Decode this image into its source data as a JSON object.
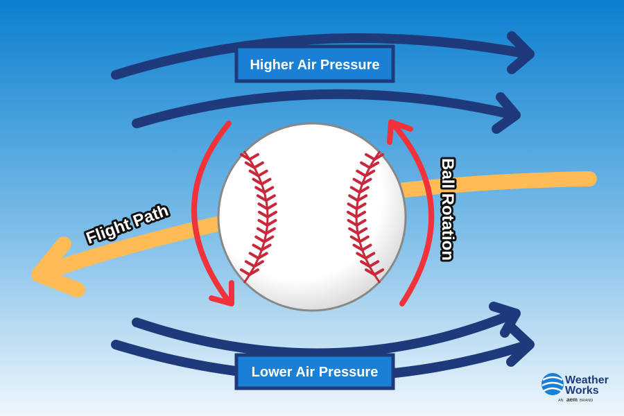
{
  "labels": {
    "higher_pressure": "Higher Air Pressure",
    "lower_pressure": "Lower Air Pressure",
    "flight_path": "Flight Path",
    "ball_rotation": "Ball Rotation"
  },
  "logo": {
    "line1": "Weather",
    "line2": "Works",
    "tagline_pre": "AN",
    "tagline_brand": "aem",
    "tagline_post": "BRAND"
  },
  "colors": {
    "navy": "#1e3a7b",
    "box": "#1a80d6",
    "orange": "#ffbb55",
    "red": "#f0333a",
    "seam": "#c8283a"
  }
}
